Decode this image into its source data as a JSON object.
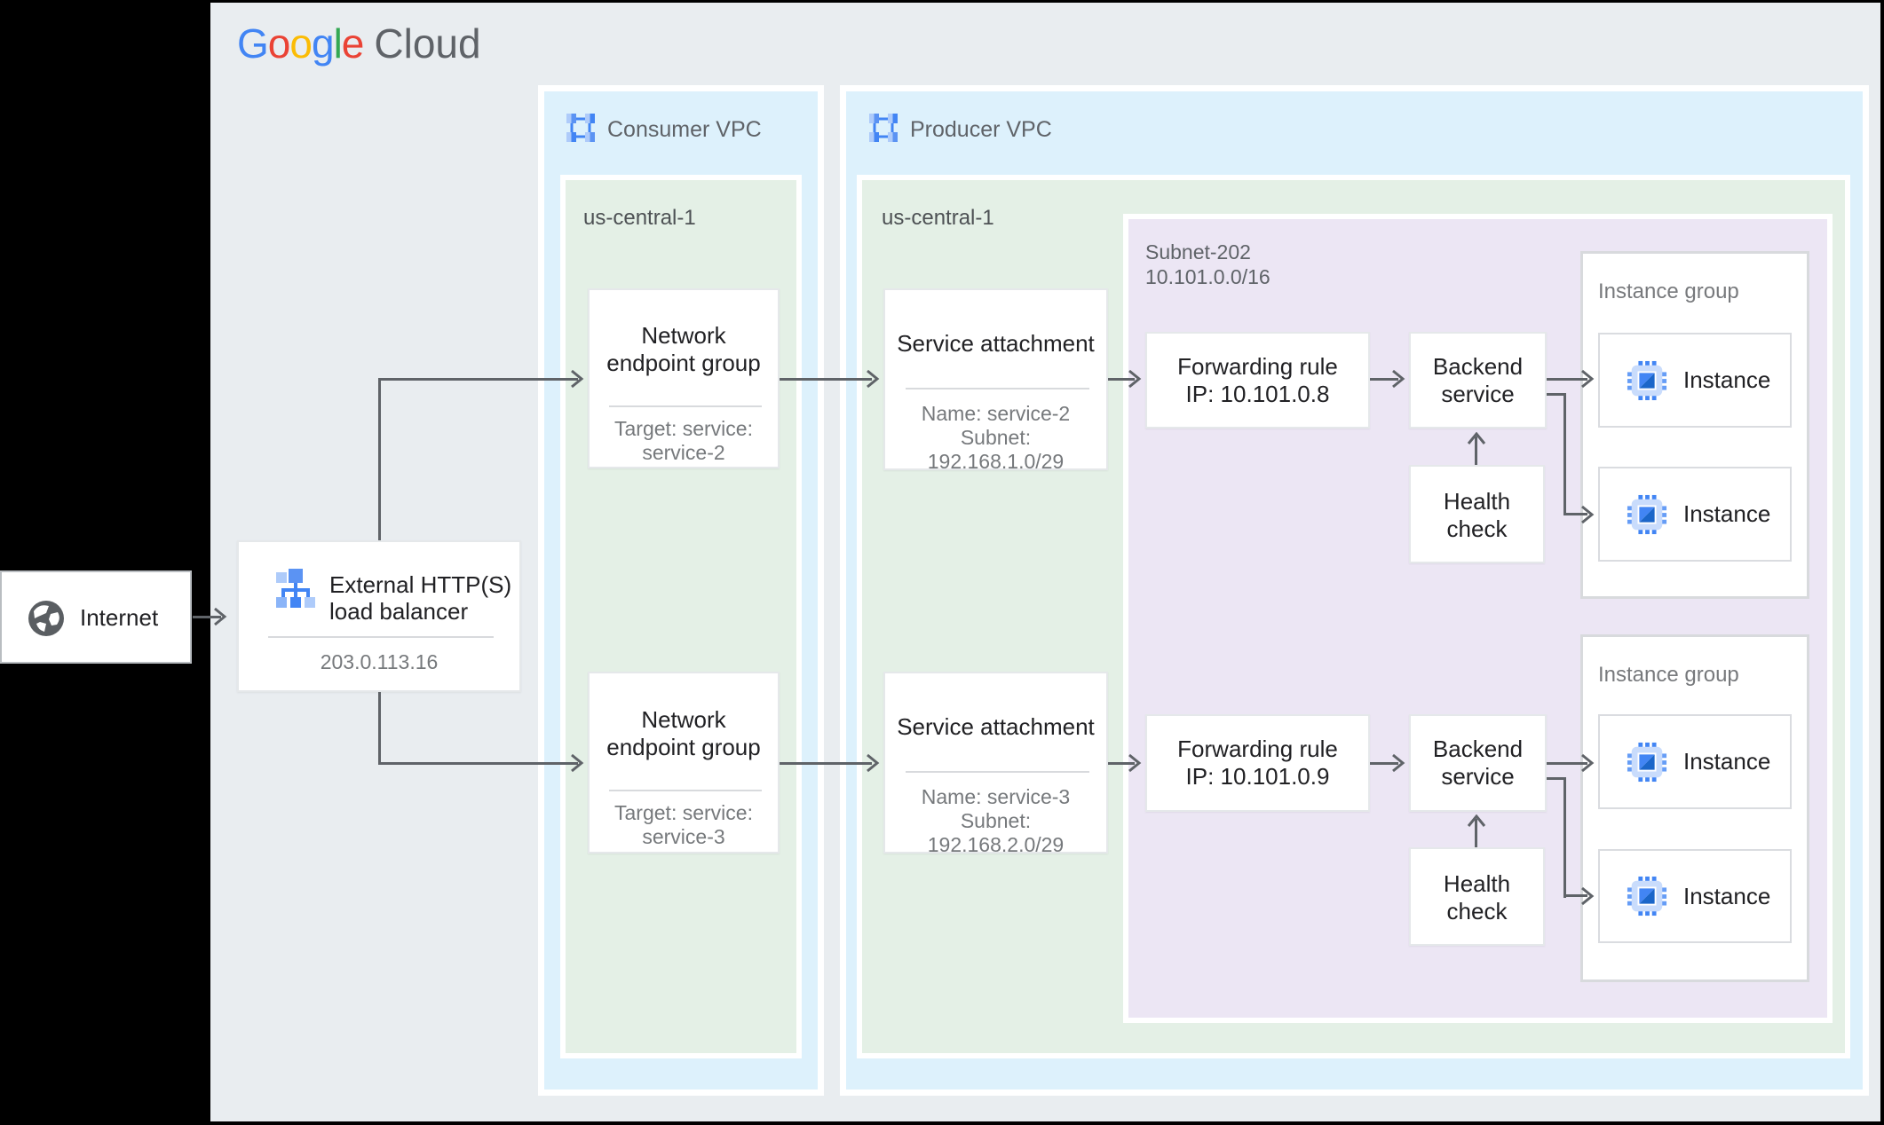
{
  "colors": {
    "page_background": "#e9edf0",
    "vpc_fill": "#ddf1fc",
    "region_fill": "#e4f0e6",
    "subnet_fill": "#ece6f4",
    "arrow": "#5f6368",
    "text_dark": "#212124",
    "text_gray": "#5f6368",
    "google_blue": "#4285f4",
    "google_red": "#ea4335",
    "google_yellow": "#fbbc05",
    "google_green": "#34a853"
  },
  "logo": {
    "letters": [
      {
        "ch": "G"
      },
      {
        "ch": "o"
      },
      {
        "ch": "o"
      },
      {
        "ch": "g"
      },
      {
        "ch": "l"
      },
      {
        "ch": "e"
      }
    ],
    "product": "Cloud"
  },
  "internet": {
    "label": "Internet"
  },
  "load_balancer": {
    "title_line1": "External HTTP(S)",
    "title_line2": "load balancer",
    "ip": "203.0.113.16"
  },
  "consumer_vpc": {
    "label": "Consumer VPC",
    "region": "us-central-1",
    "negs": [
      {
        "title_line1": "Network",
        "title_line2": "endpoint group",
        "detail_line1": "Target: service:",
        "detail_line2": "service-2"
      },
      {
        "title_line1": "Network",
        "title_line2": "endpoint group",
        "detail_line1": "Target: service:",
        "detail_line2": "service-3"
      }
    ]
  },
  "producer_vpc": {
    "label": "Producer VPC",
    "region": "us-central-1",
    "subnet_label_line1": "Subnet-202",
    "subnet_label_line2": "10.101.0.0/16",
    "service_attachments": [
      {
        "title": "Service attachment",
        "detail_line1": "Name: service-2",
        "detail_line2": "Subnet:",
        "detail_line3": "192.168.1.0/29"
      },
      {
        "title": "Service attachment",
        "detail_line1": "Name: service-3",
        "detail_line2": "Subnet:",
        "detail_line3": "192.168.2.0/29"
      }
    ],
    "forwarding_rules": [
      {
        "line1": "Forwarding rule",
        "line2": "IP: 10.101.0.8"
      },
      {
        "line1": "Forwarding rule",
        "line2": "IP: 10.101.0.9"
      }
    ],
    "backend_services": [
      {
        "line1": "Backend",
        "line2": "service"
      },
      {
        "line1": "Backend",
        "line2": "service"
      }
    ],
    "health_checks": [
      {
        "line1": "Health",
        "line2": "check"
      },
      {
        "line1": "Health",
        "line2": "check"
      }
    ],
    "instance_groups": [
      {
        "label": "Instance group",
        "instances": [
          "Instance",
          "Instance"
        ]
      },
      {
        "label": "Instance group",
        "instances": [
          "Instance",
          "Instance"
        ]
      }
    ]
  }
}
